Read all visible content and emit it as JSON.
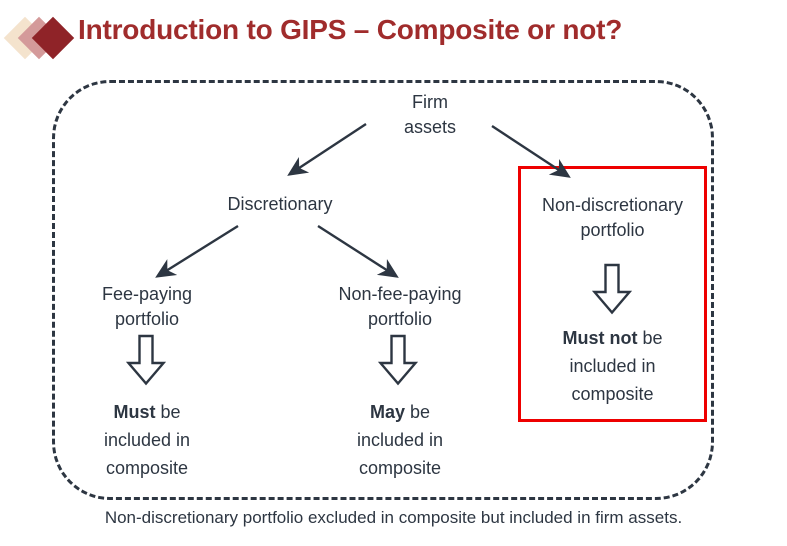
{
  "header": {
    "title": "Introduction to GIPS – Composite or not?",
    "logo_name": "three-diamonds-logo",
    "title_color": "#a02c2c",
    "logo_colors": [
      "#f4e3cd",
      "#d49a9a",
      "#8f2328"
    ]
  },
  "diagram": {
    "container_style": "dashed-rounded-rectangle",
    "container_color": "#2d3642",
    "highlight_box_color": "#ee0000",
    "text_color": "#2d3642",
    "nodes": {
      "root": {
        "line1": "Firm",
        "line2": "assets"
      },
      "discretionary": {
        "line1": "Discretionary",
        "line2": ""
      },
      "non_discretionary": {
        "line1": "Non-discretionary",
        "line2": "portfolio"
      },
      "fee_paying": {
        "line1": "Fee-paying",
        "line2": "portfolio"
      },
      "non_fee_paying": {
        "line1": "Non-fee-paying",
        "line2": "portfolio"
      }
    },
    "outcomes": {
      "fee_paying": {
        "emphasis": "Must",
        "rest": " be",
        "line2": "included in",
        "line3": "composite"
      },
      "non_fee_paying": {
        "emphasis": "May",
        "rest": " be",
        "line2": "included in",
        "line3": "composite"
      },
      "non_discretionary": {
        "emphasis": "Must not",
        "rest": " be",
        "line2": "included in",
        "line3": "composite"
      }
    },
    "arrow_icon_name": "block-down-arrow-icon",
    "connector_icon_name": "line-arrow-icon"
  },
  "caption": {
    "text": "Non-discretionary portfolio excluded in composite but included in firm assets."
  }
}
